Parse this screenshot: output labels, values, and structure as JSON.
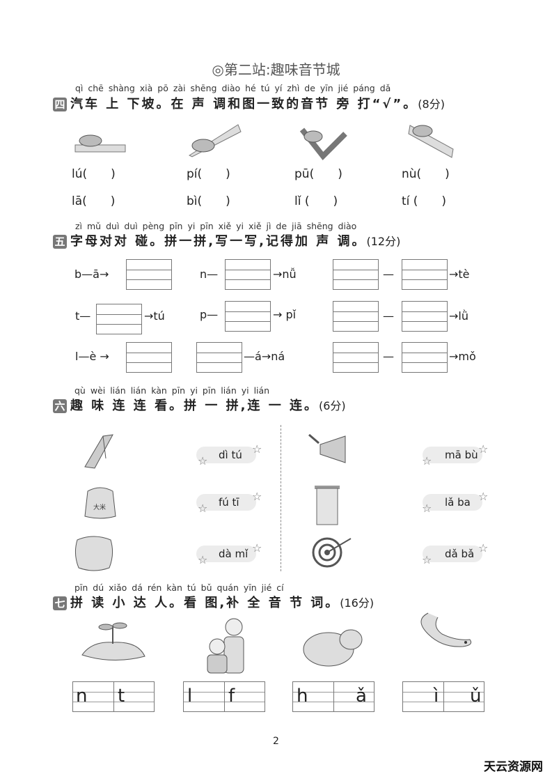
{
  "title": "◎第二站:趣味音节城",
  "s4": {
    "num": "四",
    "pinyin": "qì chē shàng xià pō    zài shēng diào hé tú yí zhì de yīn jié páng dǎ",
    "text": "汽车 上 下坡。在 声 调和图一致的音节 旁 打“√”。",
    "score": "(8分)",
    "row1": [
      "lú(　　)",
      "pí(　　)",
      "pū(　　)",
      "nù(　　)"
    ],
    "row2": [
      "lā(　　)",
      "bì(　　)",
      "lǐ (　　)",
      "tí (　　)"
    ]
  },
  "s5": {
    "num": "五",
    "pinyin": "zì mǔ duì duì pèng   pīn yi pīn  xiě yi xiě   jì de jiā shēng diào",
    "text": "字母对对 碰。拼一拼,写一写,记得加 声 调。",
    "score": "(12分)",
    "labels": {
      "r1a": "b—ā→",
      "r1b": "n—",
      "r1c": "→nǚ",
      "r1d": "—",
      "r1e": "→tè",
      "r2a": "t—",
      "r2b": "→tú",
      "r2c": "p—",
      "r2d": "→ pǐ",
      "r2e": "—",
      "r2f": "→lǜ",
      "r3a": "l—è →",
      "r3b": "—á→ná",
      "r3c": "—",
      "r3d": "→mǒ"
    }
  },
  "s6": {
    "num": "六",
    "pinyin": "qù  wèi  lián  lián  kàn    pīn  yi  pīn   lián  yi  lián",
    "text": "趣 味 连 连 看。拼 一 拼,连 一 连。",
    "score": "(6分)",
    "left": [
      "dì tú",
      "fú tī",
      "dà mǐ"
    ],
    "right": [
      "mā bù",
      "lǎ ba",
      "dǎ bǎ"
    ],
    "bag_text": "大米"
  },
  "s7": {
    "num": "七",
    "pinyin": "pīn  dú  xiǎo dá  rén   kàn  tú   bǔ quán yīn  jié  cí",
    "text": "拼 读 小 达 人。看 图,补 全 音 节 词。",
    "score": "(16分)",
    "cells": [
      [
        "n",
        "t"
      ],
      [
        "l",
        "f"
      ],
      [
        "h",
        "ǎ"
      ],
      [
        "ì",
        "ǔ"
      ]
    ]
  },
  "page_number": "2",
  "watermark": "天云资源网"
}
